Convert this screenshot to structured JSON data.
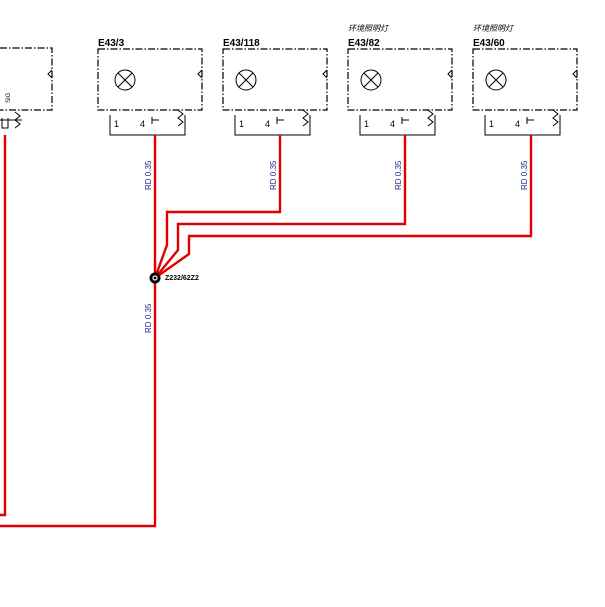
{
  "colors": {
    "wire": "#e00000",
    "wire_label": "#1a2a8a",
    "outline": "#000000"
  },
  "components": [
    {
      "id": "",
      "description": "",
      "signal_label": "SIG",
      "pins": [],
      "icon": "resistor-icon"
    },
    {
      "id": "E43/3",
      "description": "",
      "pins": [
        "1",
        "4"
      ],
      "icon": "lamp-icon"
    },
    {
      "id": "E43/118",
      "description": "",
      "pins": [
        "1",
        "4"
      ],
      "icon": "lamp-icon"
    },
    {
      "id": "E43/82",
      "description": "环境照明灯",
      "pins": [
        "1",
        "4"
      ],
      "icon": "lamp-icon"
    },
    {
      "id": "E43/60",
      "description": "环境照明灯",
      "pins": [
        "1",
        "4"
      ],
      "icon": "lamp-icon"
    }
  ],
  "wires": [
    {
      "label": "RD 0.35"
    },
    {
      "label": "RD 0.35"
    },
    {
      "label": "RD 0.35"
    },
    {
      "label": "RD 0.35"
    },
    {
      "label": "RD 0.35"
    }
  ],
  "splice": {
    "label": "Z232/62Z2"
  }
}
